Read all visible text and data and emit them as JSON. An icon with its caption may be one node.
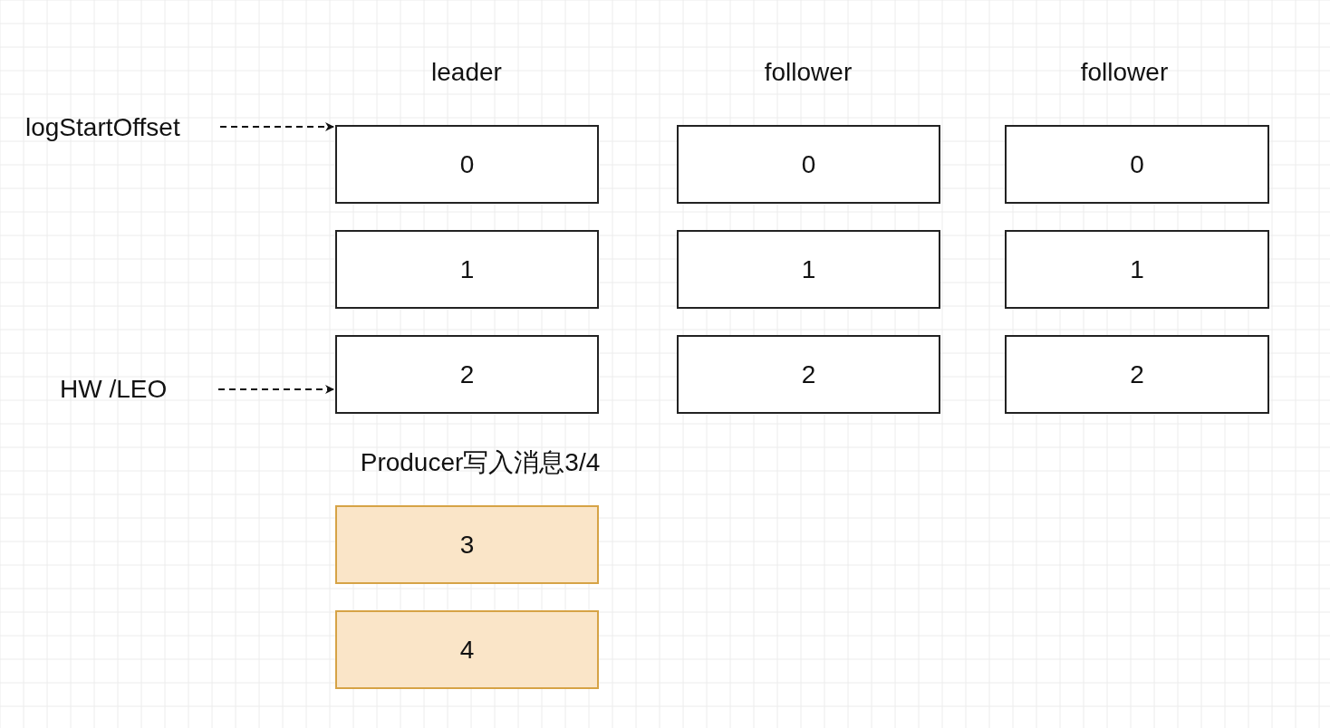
{
  "diagram": {
    "nodes": [
      {
        "text": [
          "logStartOffset"
        ]
      },
      {
        "text": [
          "HW /LEO"
        ]
      },
      {
        "text": [
          "0"
        ]
      },
      {
        "text": [
          "1"
        ]
      },
      {
        "text": [
          "2"
        ]
      },
      {
        "text": [
          "0"
        ]
      },
      {
        "text": [
          "1"
        ]
      },
      {
        "text": [
          "2"
        ]
      },
      {
        "text": [
          "0"
        ]
      },
      {
        "text": [
          "1"
        ]
      },
      {
        "text": [
          "2"
        ]
      },
      {
        "text": [
          "3"
        ]
      },
      {
        "text": [
          "4"
        ]
      }
    ],
    "edges": [
      {
        "from": 0,
        "to": 2,
        "arrow": "to",
        "style": "dashed"
      },
      {
        "from": 1,
        "to": 4,
        "arrow": "to",
        "style": "dashed"
      }
    ],
    "labels": [
      "leader",
      "follower",
      "follower",
      "Producer写入消息3/4"
    ]
  }
}
